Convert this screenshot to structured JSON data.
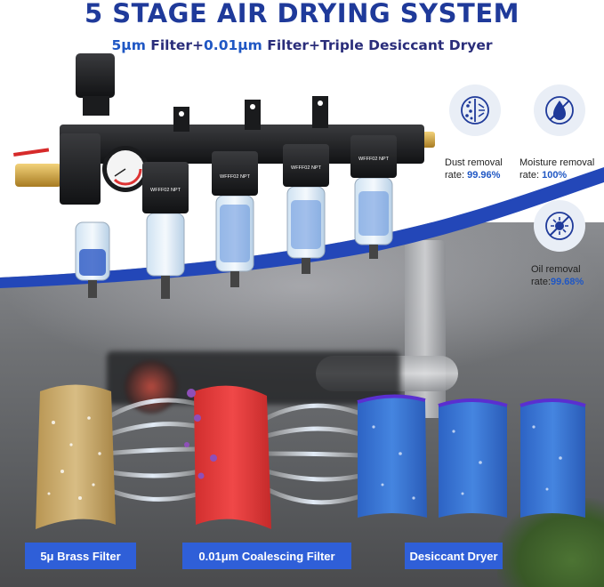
{
  "title": "5 STAGE AIR DRYING SYSTEM",
  "subtitle": {
    "part1": "5μm",
    "part2": " Filter+",
    "part3": "0.01μm",
    "part4": " Filter+Triple Desiccant Dryer"
  },
  "stats": [
    {
      "label": "Dust removal",
      "prefix": "rate: ",
      "value": "99.96%",
      "icon": "dust-filter-icon"
    },
    {
      "label": "Moisture removal",
      "prefix": "rate: ",
      "value": "100%",
      "icon": "water-drop-icon"
    },
    {
      "label": "Oil removal",
      "prefix": "rate:",
      "value": "99.68%",
      "icon": "oil-no-icon"
    }
  ],
  "product_label": "WFFF02 NPT",
  "captions": {
    "brass": "5μ Brass Filter",
    "coalescing": "0.01μm Coalescing Filter",
    "dryer": "Desiccant Dryer"
  },
  "colors": {
    "title": "#1f3a9a",
    "accent": "#1f57c4",
    "caption_bg": "#2f5fd8",
    "brass": "#c9a86a",
    "coalescing": "#e63b3b",
    "desiccant": "#2f6fcf"
  }
}
